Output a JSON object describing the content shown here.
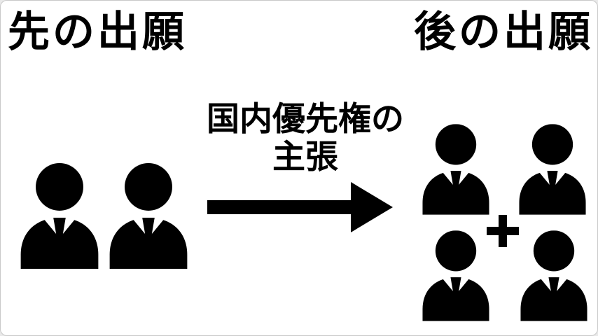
{
  "diagram": {
    "title_left": "先の出願",
    "title_right": "後の出願",
    "arrow_label_line1": "国内優先権の",
    "arrow_label_line2": "主張",
    "left_group_person_count": 2,
    "right_group_person_count": 4,
    "plus_symbol": "+"
  },
  "icons": {
    "person": "businessperson-silhouette",
    "arrow": "right-arrow",
    "plus": "plus-sign"
  },
  "colors": {
    "foreground": "#000000",
    "background": "#ffffff"
  }
}
